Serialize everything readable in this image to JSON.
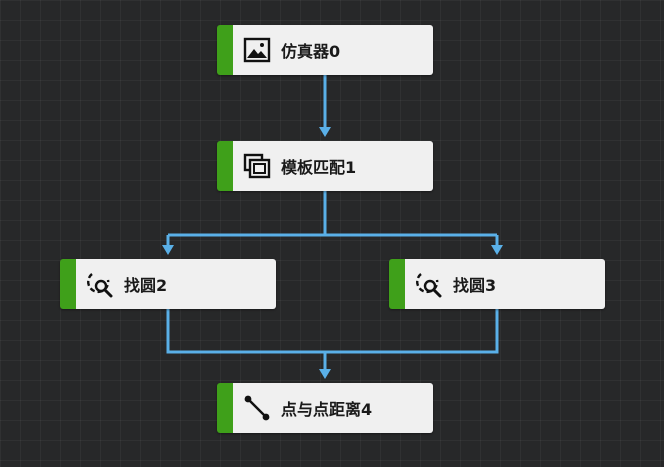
{
  "nodes": {
    "simulator": {
      "label": "仿真器0",
      "icon": "image-icon"
    },
    "template_match": {
      "label": "模板匹配1",
      "icon": "template-match-icon"
    },
    "find_circle_2": {
      "label": "找圆2",
      "icon": "find-circle-icon"
    },
    "find_circle_3": {
      "label": "找圆3",
      "icon": "find-circle-icon"
    },
    "point_distance": {
      "label": "点与点距离4",
      "icon": "point-distance-icon"
    }
  },
  "connections": [
    {
      "from": "仿真器0",
      "to": "模板匹配1"
    },
    {
      "from": "模板匹配1",
      "to": "找圆2"
    },
    {
      "from": "模板匹配1",
      "to": "找圆3"
    },
    {
      "from": "找圆2",
      "to": "点与点距离4"
    },
    {
      "from": "找圆3",
      "to": "点与点距离4"
    }
  ],
  "colors": {
    "background": "#272829",
    "node_fill": "#f0f0f0",
    "node_accent": "#3fa01a",
    "connector": "#5ab0e8",
    "text": "#1a1a1a"
  }
}
